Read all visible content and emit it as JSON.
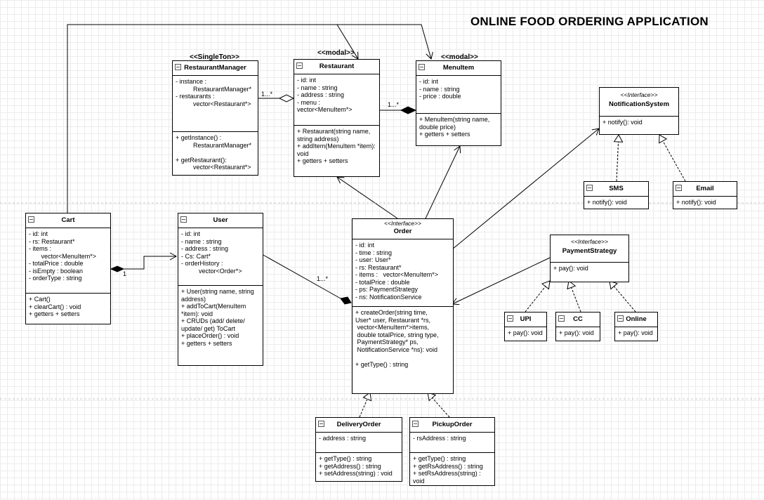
{
  "title": "ONLINE FOOD ORDERING APPLICATION",
  "stereotypes": {
    "restaurant_manager": "<<SingleTon>>",
    "restaurant": "<<modal>>",
    "menu_item": "<<modal>>",
    "notification_system": "<<Interface>>",
    "order": "<<Interface>>",
    "payment_strategy": "<<Interface>>"
  },
  "classes": {
    "restaurant_manager": {
      "name": "RestaurantManager",
      "attributes": [
        "- instance :",
        "          RestaurantManager*",
        "- restaurants :",
        "          vector<Restaurant*>"
      ],
      "methods": [
        "+ getInstance() :",
        "          RestaurantManager*",
        "",
        "+ getRestaurant():",
        "          vector<Restaurant*>"
      ]
    },
    "restaurant": {
      "name": "Restaurant",
      "attributes": [
        "- id: int",
        "- name : string",
        "- address : string",
        "- menu :",
        "vector<MenuItem*>"
      ],
      "methods": [
        "+ Restaurant(string name,",
        "string address)",
        "+ addItem(MenuItem *item):",
        "void",
        "+ getters + setters"
      ]
    },
    "menu_item": {
      "name": "MenuItem",
      "attributes": [
        "- id: int",
        "- name : string",
        "- price : double"
      ],
      "methods": [
        "+ MenuItem(string name,",
        "double price)",
        "+ getters + setters"
      ]
    },
    "notification_system": {
      "name": "NotificationSystem",
      "methods": [
        "+ notify(): void"
      ]
    },
    "sms": {
      "name": "SMS",
      "methods": [
        "+ notify(): void"
      ]
    },
    "email": {
      "name": "Email",
      "methods": [
        "+ notify(): void"
      ]
    },
    "cart": {
      "name": "Cart",
      "attributes": [
        "- id: int",
        "- rs: Restaurant*",
        "- items :",
        "       vector<MenuItem*>",
        "- totalPrice : double",
        "- isEmpty : boolean",
        "- orderType : string"
      ],
      "methods": [
        "+ Cart()",
        "+ clearCart() : void",
        "+ getters + setters"
      ]
    },
    "user": {
      "name": "User",
      "attributes": [
        "- id: int",
        "- name : string",
        "- address : string",
        "- Cs: Cart*",
        "- orderHistory :",
        "          vector<Order*>"
      ],
      "methods": [
        "+ User(string name, string",
        "address)",
        "+ addToCart(MenuItem",
        "*item): void",
        "+ CRUDs (add/ delete/",
        "update/ get) ToCart",
        "+ placeOrder() : void",
        "+ getters + setters"
      ]
    },
    "order": {
      "name": "Order",
      "attributes": [
        "- id: int",
        "- time : string",
        "- user: User*",
        "- rs: Restaurant*",
        "- items :   vector<MenuItem*>",
        "- totalPrice : double",
        "- ps: PaymentStrategy",
        "- ns: NotificationService"
      ],
      "methods": [
        "+ createOrder(string time,",
        "User* user, Restaurant *rs,",
        " vector<MenuItem*>items,",
        " double totalPrice, string type,",
        " PaymentStrategy* ps,",
        " NotificationService *ns): void",
        "",
        "+ getType() : string"
      ]
    },
    "payment_strategy": {
      "name": "PaymentStrategy",
      "methods": [
        "+ pay(): void"
      ]
    },
    "upi": {
      "name": "UPI",
      "methods": [
        "+ pay(): void"
      ]
    },
    "cc": {
      "name": "CC",
      "methods": [
        "+ pay(): void"
      ]
    },
    "online": {
      "name": "Online",
      "methods": [
        "+ pay(): void"
      ]
    },
    "delivery_order": {
      "name": "DeliveryOrder",
      "attributes": [
        "- address : string"
      ],
      "methods": [
        "+ getType() : string",
        "+ getAddress() : string",
        "+ setAddress(string) : void"
      ]
    },
    "pickup_order": {
      "name": "PickupOrder",
      "attributes": [
        "- rsAddress : string"
      ],
      "methods": [
        "+ getType() : string",
        "+ getRsAddress() : string",
        "+ setRsAddress(string) :",
        "void"
      ]
    }
  },
  "multiplicities": {
    "manager_restaurant": "1...*",
    "restaurant_menuitem": "1...*",
    "cart_user": "1",
    "user_order": "1...*"
  }
}
